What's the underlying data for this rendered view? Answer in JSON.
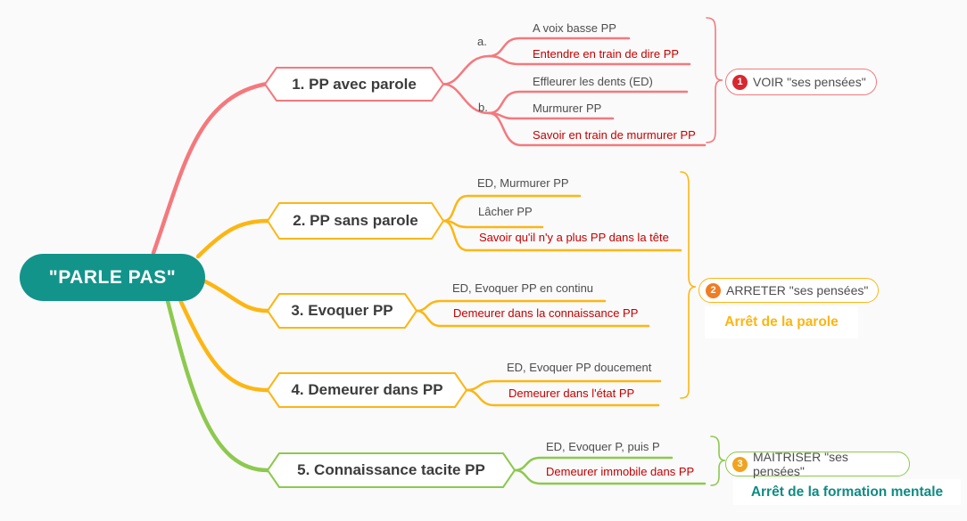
{
  "title": "PARLE PAS mind map",
  "colors": {
    "background": "#FAFAFA",
    "root_fill": "#12948B",
    "branch1": "#F5787D",
    "branch234": "#FCB614",
    "branch5": "#8CC94E",
    "emphasis_text": "#C40000",
    "normal_text": "#4D4D4D",
    "badge1": "#D7282F",
    "badge2": "#EF7D24",
    "badge3": "#F0A31F",
    "caption2_text": "#FCB513",
    "caption3_text": "#0F8B84"
  },
  "root": {
    "label": "\"PARLE PAS\""
  },
  "branches": [
    {
      "label": "1. PP avec parole",
      "group_a_label": "a.",
      "group_b_label": "b.",
      "items": [
        {
          "text": "A voix basse PP"
        },
        {
          "text": "Entendre en train de dire PP"
        },
        {
          "text": "Effleurer les dents (ED)"
        },
        {
          "text": "Murmurer PP"
        },
        {
          "text": "Savoir en train de murmurer PP"
        }
      ]
    },
    {
      "label": "2. PP sans parole",
      "items": [
        {
          "text": "ED, Murmurer PP"
        },
        {
          "text": "Lâcher PP"
        },
        {
          "text": "Savoir qu'il n'y a plus PP dans la tête"
        }
      ]
    },
    {
      "label": "3. Evoquer PP",
      "items": [
        {
          "text": "ED, Evoquer PP en continu"
        },
        {
          "text": "Demeurer dans la connaissance PP"
        }
      ]
    },
    {
      "label": "4. Demeurer dans PP",
      "items": [
        {
          "text": "ED, Evoquer PP doucement"
        },
        {
          "text": "Demeurer dans l'état PP"
        }
      ]
    },
    {
      "label": "5. Connaissance tacite PP",
      "items": [
        {
          "text": "ED, Evoquer P, puis P"
        },
        {
          "text": "Demeurer immobile dans PP"
        }
      ]
    }
  ],
  "summaries": [
    {
      "badge": "1",
      "label": "VOIR \"ses pensées\""
    },
    {
      "badge": "2",
      "label": "ARRETER \"ses pensées\"",
      "caption": "Arrêt de la parole"
    },
    {
      "badge": "3",
      "label": "MAITRISER \"ses pensées\"",
      "caption": "Arrêt de la formation mentale"
    }
  ]
}
